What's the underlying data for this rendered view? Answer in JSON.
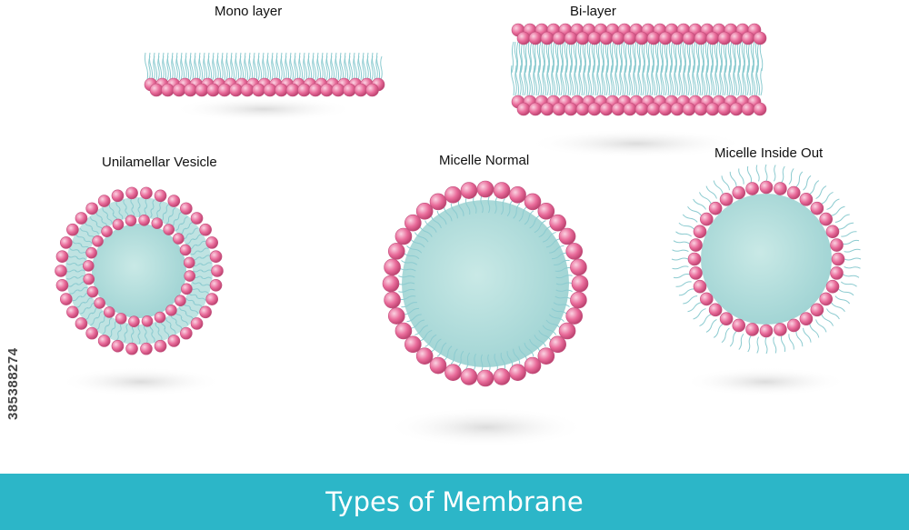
{
  "labels": {
    "mono": "Mono layer",
    "bilayer": "Bi-layer",
    "unilamellar": "Unilamellar Vesicle",
    "micelle_normal": "Micelle Normal",
    "micelle_inside_out": "Micelle Inside Out"
  },
  "footer": {
    "title_part1": "Types of",
    "title_part2": "Membrane"
  },
  "watermark_id": "385388274",
  "colors": {
    "head": "#e96b9a",
    "head_highlight": "#f8c7d9",
    "tail": "#8ccbd0",
    "core": "#a9dad9",
    "band": "#2cb6c8"
  }
}
